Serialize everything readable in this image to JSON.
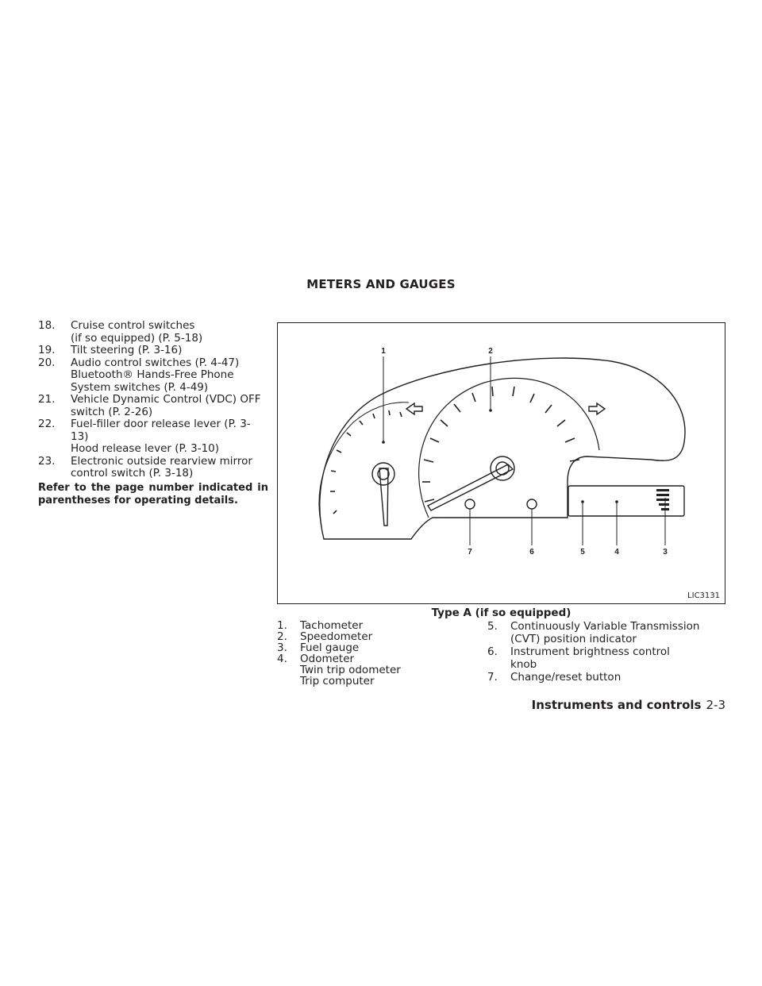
{
  "section_title": "METERS AND GAUGES",
  "left_items": [
    {
      "num": "18.",
      "lines": [
        "Cruise control switches",
        "(if so equipped) (P. 5-18)"
      ]
    },
    {
      "num": "19.",
      "lines": [
        "Tilt steering (P. 3-16)"
      ]
    },
    {
      "num": "20.",
      "lines": [
        "Audio control switches (P. 4-47)",
        "Bluetooth® Hands-Free Phone",
        "System switches (P. 4-49)"
      ]
    },
    {
      "num": "21.",
      "lines": [
        "Vehicle Dynamic Control (VDC) OFF",
        "switch (P. 2-26)"
      ]
    },
    {
      "num": "22.",
      "lines": [
        "Fuel-filler door release lever (P. 3-13)",
        "Hood release lever (P. 3-10)"
      ]
    },
    {
      "num": "23.",
      "lines": [
        "Electronic outside rearview mirror",
        "control switch (P. 3-18)"
      ]
    }
  ],
  "note": "Refer to the page number indicated in parentheses for operating details.",
  "figure": {
    "code": "LIC3131",
    "caption": "Type A (if so equipped)",
    "callouts": [
      "1",
      "2",
      "3",
      "4",
      "5",
      "6",
      "7"
    ]
  },
  "legend_left": [
    {
      "num": "1.",
      "lines": [
        "Tachometer"
      ]
    },
    {
      "num": "2.",
      "lines": [
        "Speedometer"
      ]
    },
    {
      "num": "3.",
      "lines": [
        "Fuel gauge"
      ]
    },
    {
      "num": "4.",
      "lines": [
        "Odometer",
        "Twin trip odometer",
        "Trip computer"
      ]
    }
  ],
  "legend_right": [
    {
      "num": "5.",
      "lines": [
        "Continuously Variable Transmission",
        "(CVT) position indicator"
      ]
    },
    {
      "num": "6.",
      "lines": [
        "Instrument brightness control",
        "knob"
      ]
    },
    {
      "num": "7.",
      "lines": [
        "Change/reset button"
      ]
    }
  ],
  "footer": {
    "chapter": "Instruments and controls",
    "page": "2-3"
  }
}
